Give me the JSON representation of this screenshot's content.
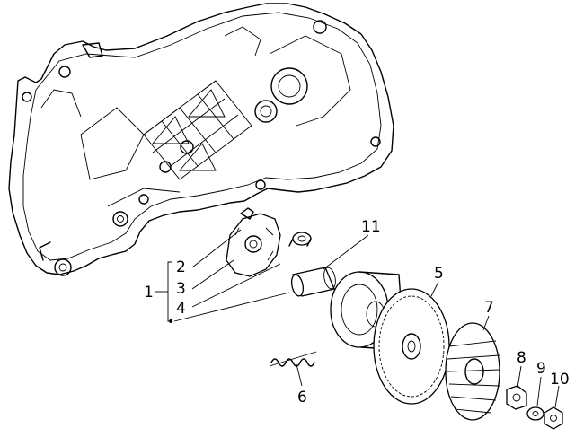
{
  "diagram": {
    "callouts": [
      {
        "id": "1",
        "text": "1"
      },
      {
        "id": "2",
        "text": "2"
      },
      {
        "id": "3",
        "text": "3"
      },
      {
        "id": "4",
        "text": "4"
      },
      {
        "id": "5",
        "text": "5"
      },
      {
        "id": "6",
        "text": "6"
      },
      {
        "id": "7",
        "text": "7"
      },
      {
        "id": "8",
        "text": "8"
      },
      {
        "id": "9",
        "text": "9"
      },
      {
        "id": "10",
        "text": "10"
      },
      {
        "id": "11",
        "text": "11"
      },
      {
        "id": "dot",
        "text": "•"
      }
    ],
    "colors": {
      "ink": "#000000",
      "background": "#ffffff"
    }
  }
}
